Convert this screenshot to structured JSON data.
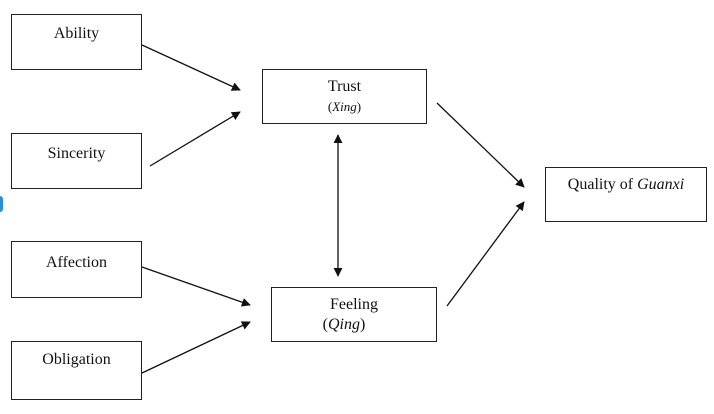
{
  "nodes": {
    "ability": {
      "label": "Ability"
    },
    "sincerity": {
      "label": "Sincerity"
    },
    "affection": {
      "label": "Affection"
    },
    "obligation": {
      "label": "Obligation"
    },
    "trust": {
      "label": "Trust",
      "paren_open": "(",
      "sub": "Xing",
      "paren_close": ")"
    },
    "feeling": {
      "label": "Feeling",
      "paren_open": "(",
      "sub": "Qing",
      "paren_close": ")"
    },
    "quality": {
      "label": "Quality of ",
      "label_italic": "Guanxi"
    }
  },
  "edges": [
    {
      "from": "ability",
      "to": "trust",
      "type": "directed"
    },
    {
      "from": "sincerity",
      "to": "trust",
      "type": "directed"
    },
    {
      "from": "affection",
      "to": "feeling",
      "type": "directed"
    },
    {
      "from": "obligation",
      "to": "feeling",
      "type": "directed"
    },
    {
      "from": "trust",
      "to": "feeling",
      "type": "bidirectional"
    },
    {
      "from": "trust",
      "to": "quality",
      "type": "directed"
    },
    {
      "from": "feeling",
      "to": "quality",
      "type": "directed"
    }
  ],
  "colors": {
    "stroke": "#111111",
    "side_accent": "#2a8fd8"
  }
}
